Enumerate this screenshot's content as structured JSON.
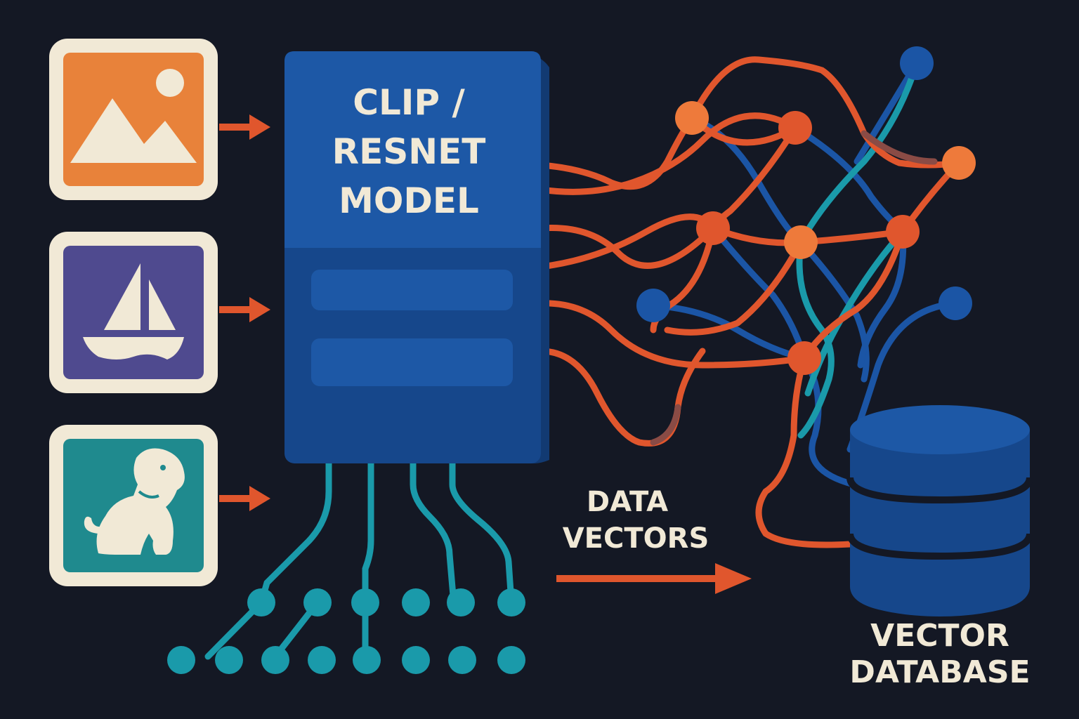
{
  "model": {
    "title_lines": [
      "CLIP /",
      "RESNET",
      "MODEL"
    ]
  },
  "flow_label": {
    "lines": [
      "DATA",
      "VECTORS"
    ]
  },
  "database": {
    "label_lines": [
      "VECTOR",
      "DATABASE"
    ]
  },
  "inputs": [
    {
      "icon": "landscape-image-icon",
      "color": "#E8823A"
    },
    {
      "icon": "sailboat-icon",
      "color": "#4F4A8F"
    },
    {
      "icon": "dog-icon",
      "color": "#1F8A8E"
    }
  ],
  "colors": {
    "background": "#141824",
    "card_frame": "#F1E9D6",
    "model_top": "#1D58A6",
    "model_bottom": "#16478B",
    "orange": "#E0562D",
    "orange_light": "#EE7A3B",
    "blue": "#1B55A5",
    "teal": "#1A9AAA",
    "cream": "#F1E9D6"
  }
}
